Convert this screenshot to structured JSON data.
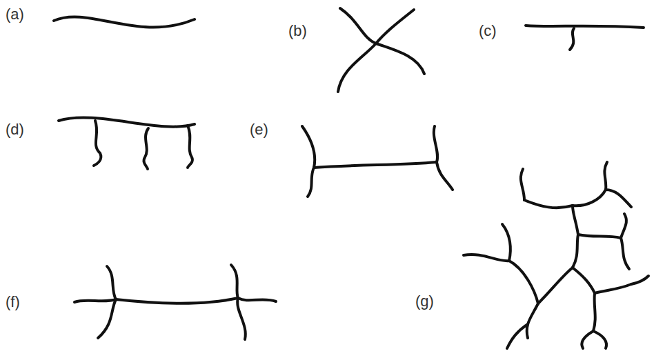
{
  "diagram": {
    "labels": [
      "(a)",
      "(b)",
      "(c)",
      "(d)",
      "(e)",
      "(f)",
      "(g)"
    ]
  }
}
